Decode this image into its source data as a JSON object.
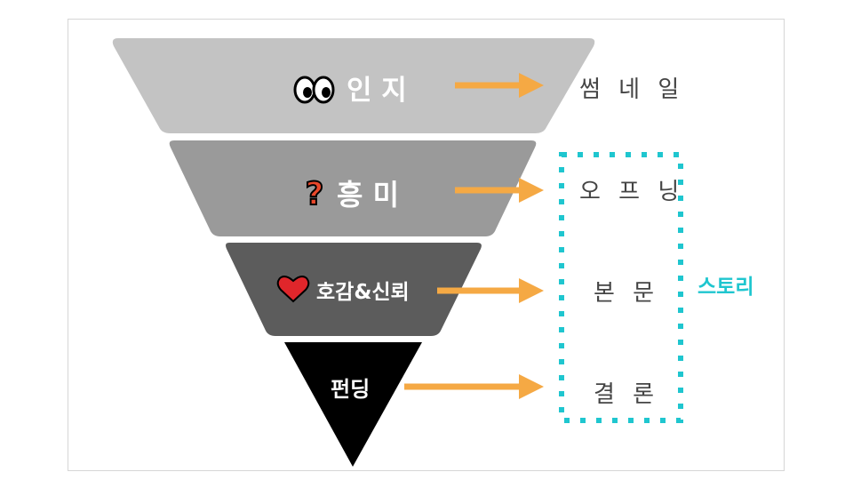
{
  "funnel": {
    "stages": [
      {
        "label": "인 지",
        "icon": "eyes-icon",
        "color": "#c3c3c3",
        "text_color": "#ffffff"
      },
      {
        "label": "흥 미",
        "icon": "question-mark-icon",
        "color": "#9a9a9a",
        "text_color": "#ffffff"
      },
      {
        "label": "호감&신뢰",
        "icon": "heart-icon",
        "color": "#5c5c5c",
        "text_color": "#ffffff"
      },
      {
        "label": "펀딩",
        "icon": "",
        "color": "#000000",
        "text_color": "#ffffff"
      }
    ]
  },
  "destinations": [
    "썸 네 일",
    "오 프 닝",
    "본 문",
    "결 론"
  ],
  "story_group": {
    "label": "스토리",
    "color": "#1fc6cf"
  },
  "arrow_color": "#f5a944"
}
